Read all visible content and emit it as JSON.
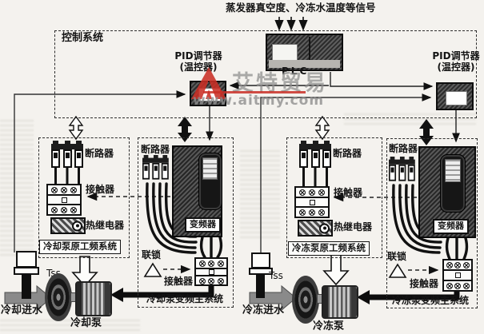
{
  "top": {
    "signal_label": "蒸发器真空度、冷冻水温度等信号"
  },
  "control": {
    "title": "控制系统",
    "plc_label": "PLC",
    "pid_left": {
      "line1": "PID调节器",
      "line2": "(温控器)"
    },
    "pid_right": {
      "line1": "PID调节器",
      "line2": "(温控器)"
    }
  },
  "blocks": {
    "cooling_pf": {
      "breaker": "断路器",
      "contactor": "接触器",
      "relay": "热继电器",
      "title": "冷却泵原工频系统"
    },
    "cooling_vfd": {
      "breaker": "断路器",
      "vfd": "变频器",
      "interlock": "联锁",
      "contactor": "接触器",
      "title": "冷却泵变频主系统"
    },
    "chilled_pf": {
      "breaker": "断路器",
      "contactor": "接触器",
      "relay": "热继电器",
      "title": "冷冻泵原工频系统"
    },
    "chilled_vfd": {
      "breaker": "断路器",
      "vfd": "变频器",
      "interlock": "联锁",
      "contactor": "接触器",
      "title": "冷冻泵变频主系统"
    }
  },
  "field": {
    "cooling": {
      "sensor": "Tss",
      "inlet": "冷却进水",
      "pump": "冷却泵"
    },
    "chilled": {
      "sensor": "Tss",
      "inlet": "冷冻进水",
      "pump": "冷冻泵"
    }
  },
  "watermark": {
    "brand": "艾特贸易",
    "url": "www.aitmy.com",
    "red": "#c92f26",
    "gray": "#8f8f8f"
  },
  "colors": {
    "paper": "#f4f2ee",
    "ink": "#151515"
  },
  "icons": {
    "interlock_marker": "hollow-triangle-up",
    "bidirectional_signal": "double-headed-arrow",
    "water_flow": "thick-gray-arrow",
    "terminal": "circled-cross"
  }
}
